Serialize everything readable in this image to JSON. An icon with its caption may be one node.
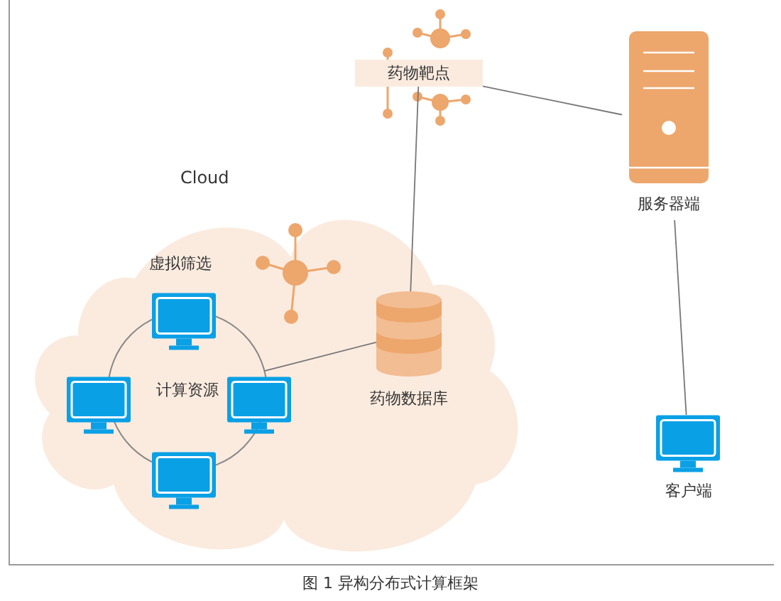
{
  "diagram": {
    "caption": "图 1 异构分布式计算框架",
    "nodes": [
      {
        "text": [
          "药物靶点"
        ]
      },
      {
        "text": [
          "服务器端"
        ]
      },
      {
        "text": [
          "Cloud"
        ]
      },
      {
        "text": [
          "计算资源"
        ],
        "in": 2
      },
      {
        "text": [
          "药物数据库"
        ],
        "in": 2
      },
      {
        "text": [
          "客户端"
        ]
      }
    ],
    "edges": [
      {
        "from": 0,
        "to": 1,
        "arrow": "none"
      },
      {
        "from": 0,
        "to": 4,
        "arrow": "none"
      },
      {
        "from": 3,
        "to": 4,
        "arrow": "none"
      },
      {
        "from": 1,
        "to": 5,
        "arrow": "none"
      }
    ],
    "labels": [
      "虚拟筛选"
    ]
  }
}
